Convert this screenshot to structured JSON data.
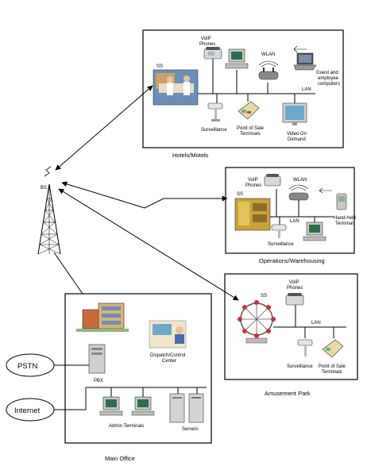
{
  "nodes": {
    "hotels": {
      "title": "Hotels/Motels",
      "ss": "SS",
      "voip": [
        "VoIP",
        "Phones"
      ],
      "wlan": "WLAN",
      "guest": [
        "Guest and",
        "employee",
        "computers"
      ],
      "lan": "LAN",
      "surveillance": "Surveillance",
      "pos": [
        "Point of Sale",
        "Terminals"
      ],
      "vod": [
        "Video On",
        "Demand"
      ]
    },
    "warehouse": {
      "title": "Operations/Warehousing",
      "ss": "SS",
      "voip": [
        "VoIP",
        "Phones"
      ],
      "wlan": "WLAN",
      "lan": "LAN",
      "handheld": [
        "Hand-held",
        "Terminal"
      ],
      "surveillance": "Surveillance"
    },
    "park": {
      "title": "Amusement Park",
      "ss": "SS",
      "voip": [
        "VoIP",
        "Phones"
      ],
      "lan": "LAN",
      "surveillance": "Surveillance",
      "pos": [
        "Point of Sale",
        "Terminals"
      ]
    },
    "office": {
      "title": "Main Office",
      "pbx": "PBX",
      "dispatch": [
        "Dispatch/Control",
        "Center"
      ],
      "admin": "Admin Terminals",
      "servers": "Servers"
    },
    "bs": "BS",
    "pstn": "PSTN",
    "internet": "Internet"
  },
  "edges": [
    {
      "from": "BS",
      "to": "Hotels/Motels",
      "kind": "wireless"
    },
    {
      "from": "BS",
      "to": "Operations/Warehousing",
      "kind": "wireless"
    },
    {
      "from": "BS",
      "to": "Amusement Park",
      "kind": "wireless"
    },
    {
      "from": "BS",
      "to": "Main Office",
      "kind": "wired"
    },
    {
      "from": "PSTN",
      "to": "PBX",
      "kind": "wired"
    },
    {
      "from": "Internet",
      "to": "Main Office LAN",
      "kind": "wired"
    }
  ]
}
